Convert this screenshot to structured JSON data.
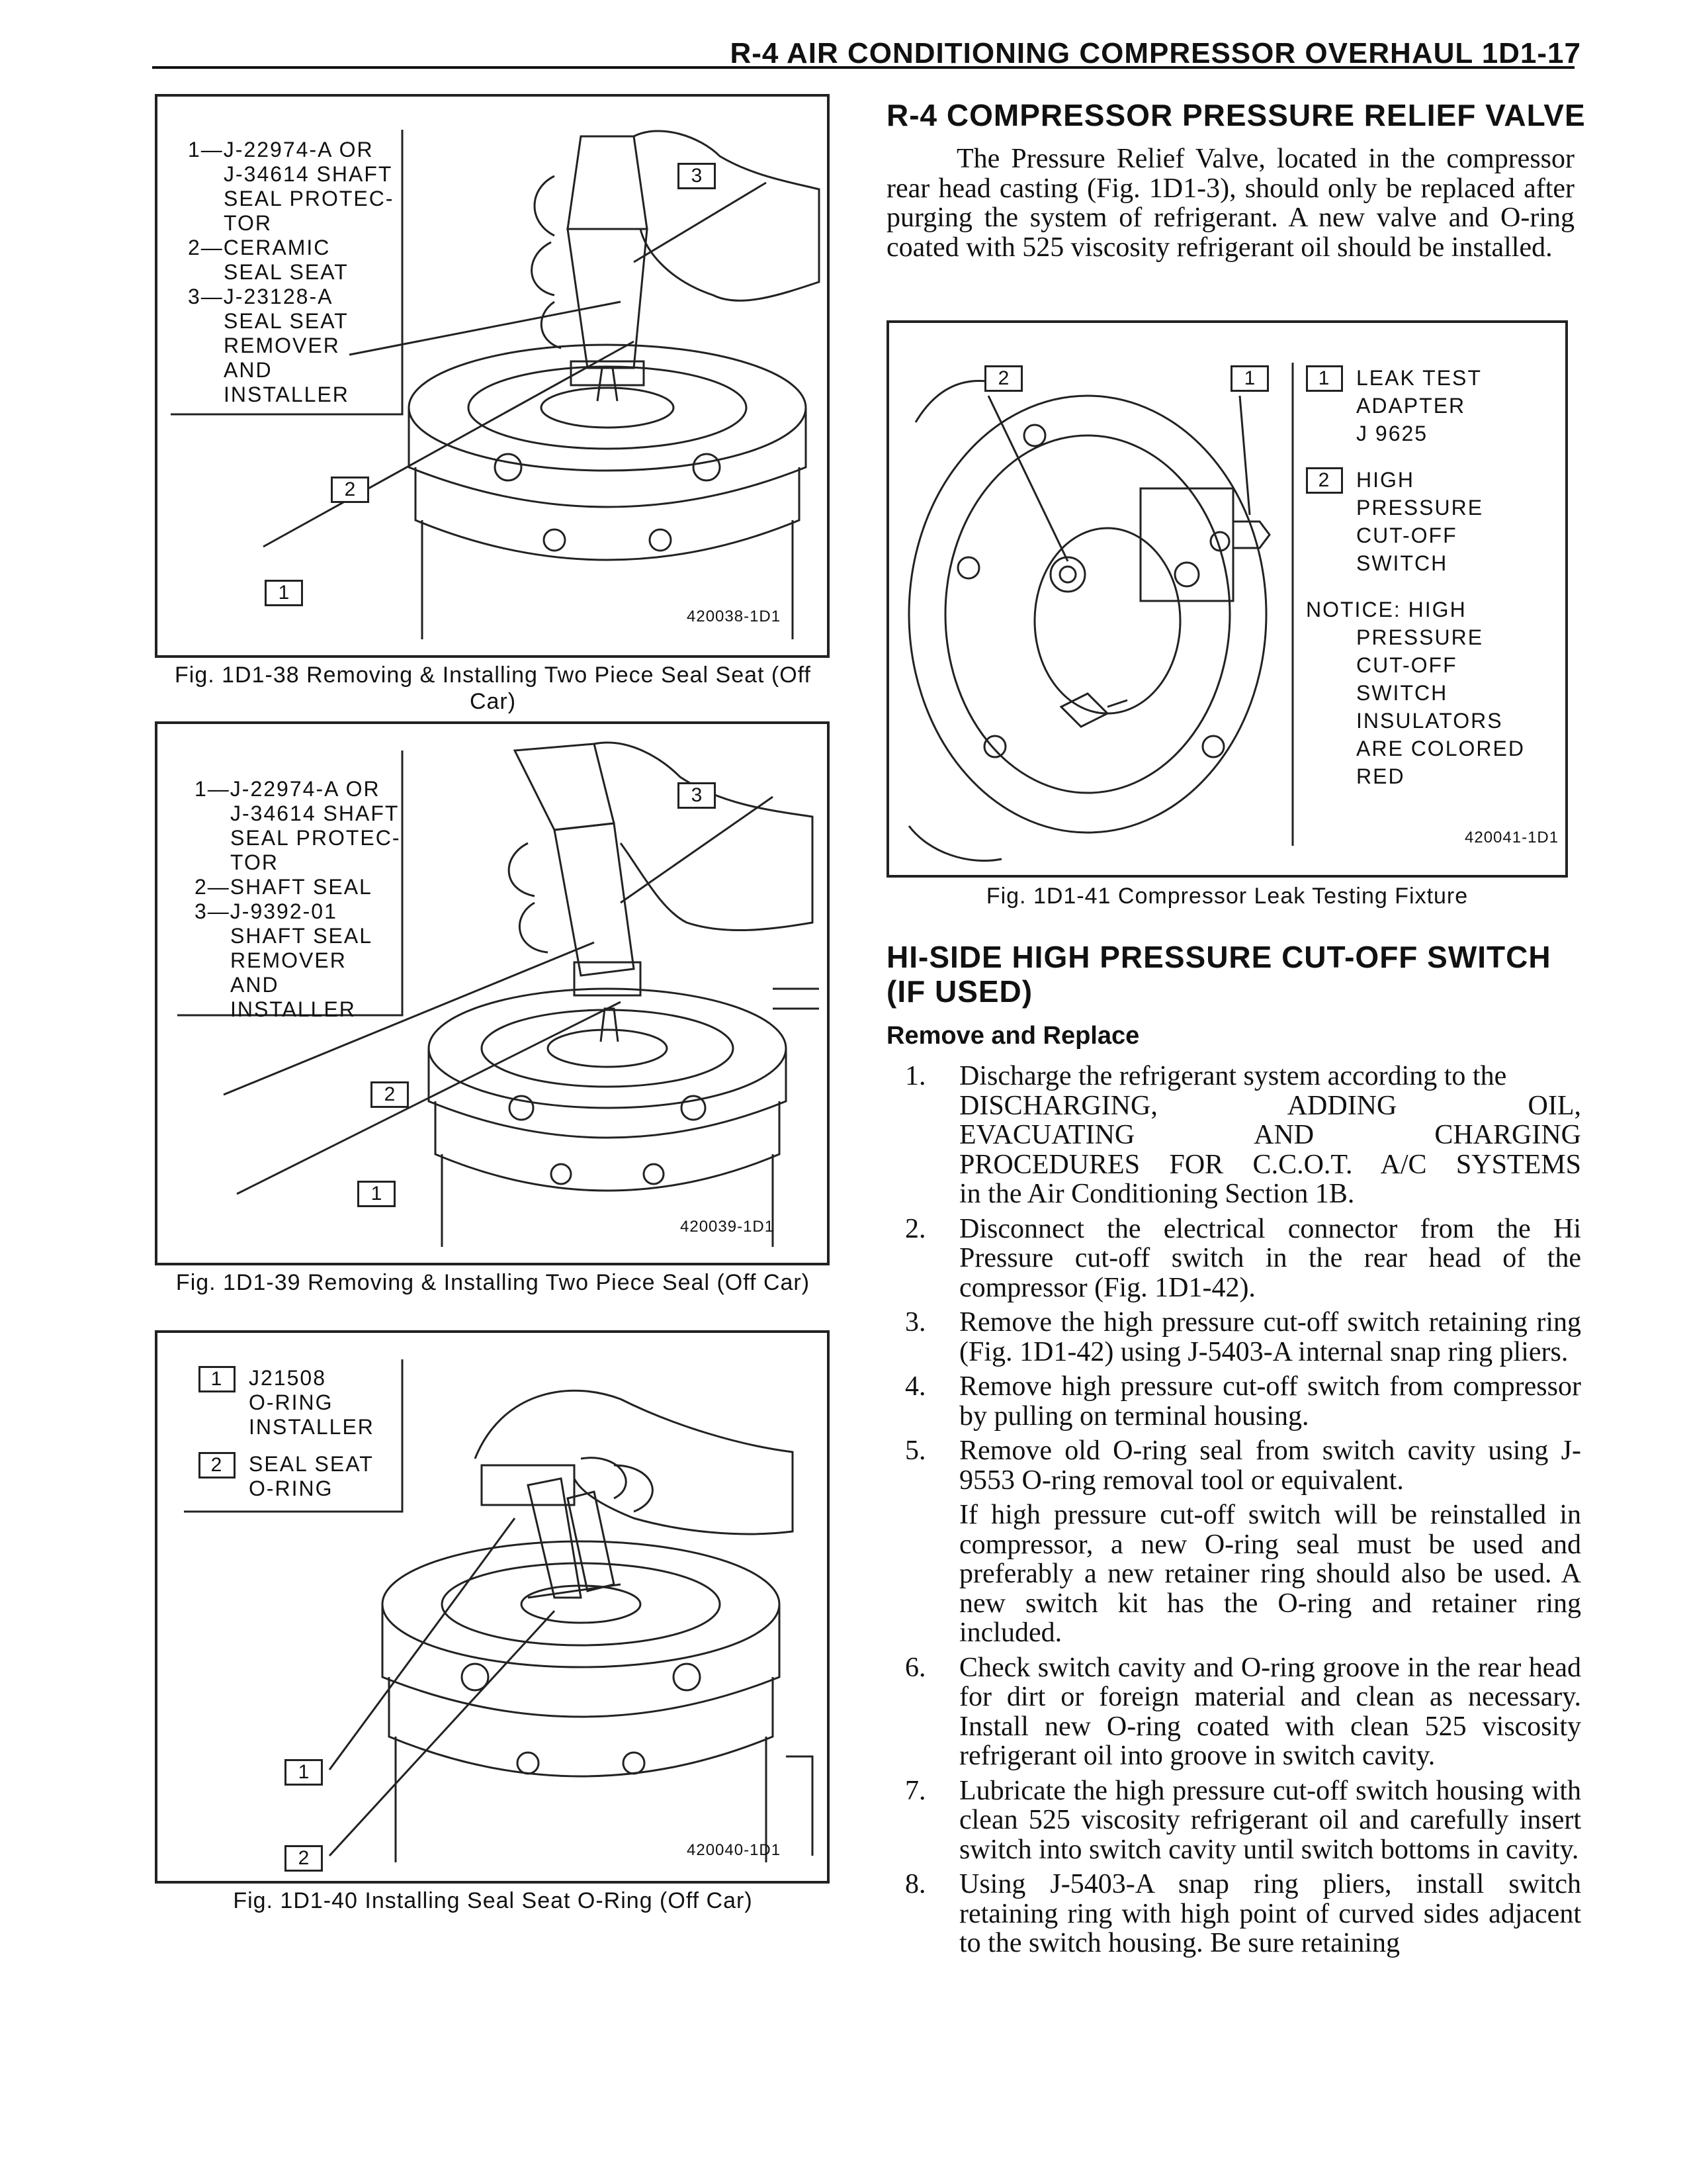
{
  "header": {
    "title": "R-4 AIR CONDITIONING COMPRESSOR OVERHAUL  1D1-17"
  },
  "fig38": {
    "legend": [
      "1—J-22974-A OR",
      "J-34614 SHAFT",
      "SEAL PROTEC-",
      "TOR",
      "2—CERAMIC",
      "SEAL SEAT",
      "3—J-23128-A",
      "SEAL SEAT",
      "REMOVER",
      "AND",
      "INSTALLER"
    ],
    "callouts": [
      "3",
      "2",
      "1"
    ],
    "code": "420038-1D1",
    "caption": "Fig. 1D1-38 Removing & Installing Two Piece Seal Seat (Off Car)"
  },
  "fig39": {
    "legend": [
      "1—J-22974-A OR",
      "J-34614 SHAFT",
      "SEAL PROTEC-",
      "TOR",
      "2—SHAFT SEAL",
      "3—J-9392-01",
      "SHAFT SEAL",
      "REMOVER",
      "AND",
      "INSTALLER"
    ],
    "callouts": [
      "3",
      "2",
      "1"
    ],
    "code": "420039-1D1",
    "caption": "Fig. 1D1-39 Removing & Installing Two Piece Seal (Off Car)"
  },
  "fig40": {
    "legend_item1": {
      "num": "1",
      "lines": [
        "J21508",
        "O-RING",
        "INSTALLER"
      ]
    },
    "legend_item2": {
      "num": "2",
      "lines": [
        "SEAL SEAT",
        "O-RING"
      ]
    },
    "callouts": [
      "1",
      "2"
    ],
    "code": "420040-1D1",
    "caption": "Fig. 1D1-40 Installing Seal Seat O-Ring (Off Car)"
  },
  "relief": {
    "heading": "R-4 COMPRESSOR PRESSURE RELIEF VALVE",
    "body": "The Pressure Relief Valve, located in the compressor rear head casting (Fig. 1D1-3), should only be replaced after purging the system of refrigerant. A new valve and O-ring coated with 525 viscosity refrigerant oil should be installed."
  },
  "fig41": {
    "callouts": [
      "2",
      "1"
    ],
    "legend_item1": {
      "num": "1",
      "lines": [
        "LEAK TEST",
        "ADAPTER",
        "J 9625"
      ]
    },
    "legend_item2": {
      "num": "2",
      "lines": [
        "HIGH",
        "PRESSURE",
        "CUT-OFF",
        "SWITCH"
      ]
    },
    "notice": [
      "NOTICE: HIGH",
      "PRESSURE",
      "CUT-OFF",
      "SWITCH",
      "INSULATORS",
      "ARE COLORED",
      "RED"
    ],
    "code": "420041-1D1",
    "caption": "Fig. 1D1-41 Compressor Leak Testing Fixture"
  },
  "hiside": {
    "heading": "HI-SIDE HIGH PRESSURE CUT-OFF SWITCH (IF USED)",
    "subheading": "Remove and Replace",
    "steps": [
      {
        "num": "1.",
        "text": "Discharge the refrigerant system according to the",
        "caps": [
          "DISCHARGING, ADDING OIL,",
          "EVACUATING AND CHARGING",
          "PROCEDURES FOR C.C.O.T. A/C SYSTEMS"
        ],
        "tail": "in the Air Conditioning Section 1B."
      },
      {
        "num": "2.",
        "text": "Disconnect the electrical connector from the Hi Pressure cut-off switch in the rear head of the compressor (Fig. 1D1-42)."
      },
      {
        "num": "3.",
        "text": "Remove the high pressure cut-off switch retaining ring (Fig. 1D1-42) using J-5403-A internal snap ring pliers."
      },
      {
        "num": "4.",
        "text": "Remove high pressure cut-off switch from compressor by pulling on terminal housing."
      },
      {
        "num": "5.",
        "text": "Remove old O-ring seal from switch cavity using J-9553 O-ring removal tool or equivalent.",
        "note": "If high pressure cut-off switch will be reinstalled in compressor, a new O-ring seal must be used and preferably a new retainer ring should also be used. A new switch kit has the O-ring and retainer ring included."
      },
      {
        "num": "6.",
        "text": "Check switch cavity and O-ring groove in the rear head for dirt or foreign material and clean as necessary. Install new O-ring coated with clean 525 viscosity refrigerant oil into groove in switch cavity."
      },
      {
        "num": "7.",
        "text": "Lubricate the high pressure cut-off switch housing with clean 525 viscosity refrigerant oil and carefully insert switch into switch cavity until switch bottoms in cavity."
      },
      {
        "num": "8.",
        "text": "Using J-5403-A snap ring pliers, install switch retaining ring with high point of curved sides adjacent to the switch housing. Be sure retaining"
      }
    ]
  }
}
